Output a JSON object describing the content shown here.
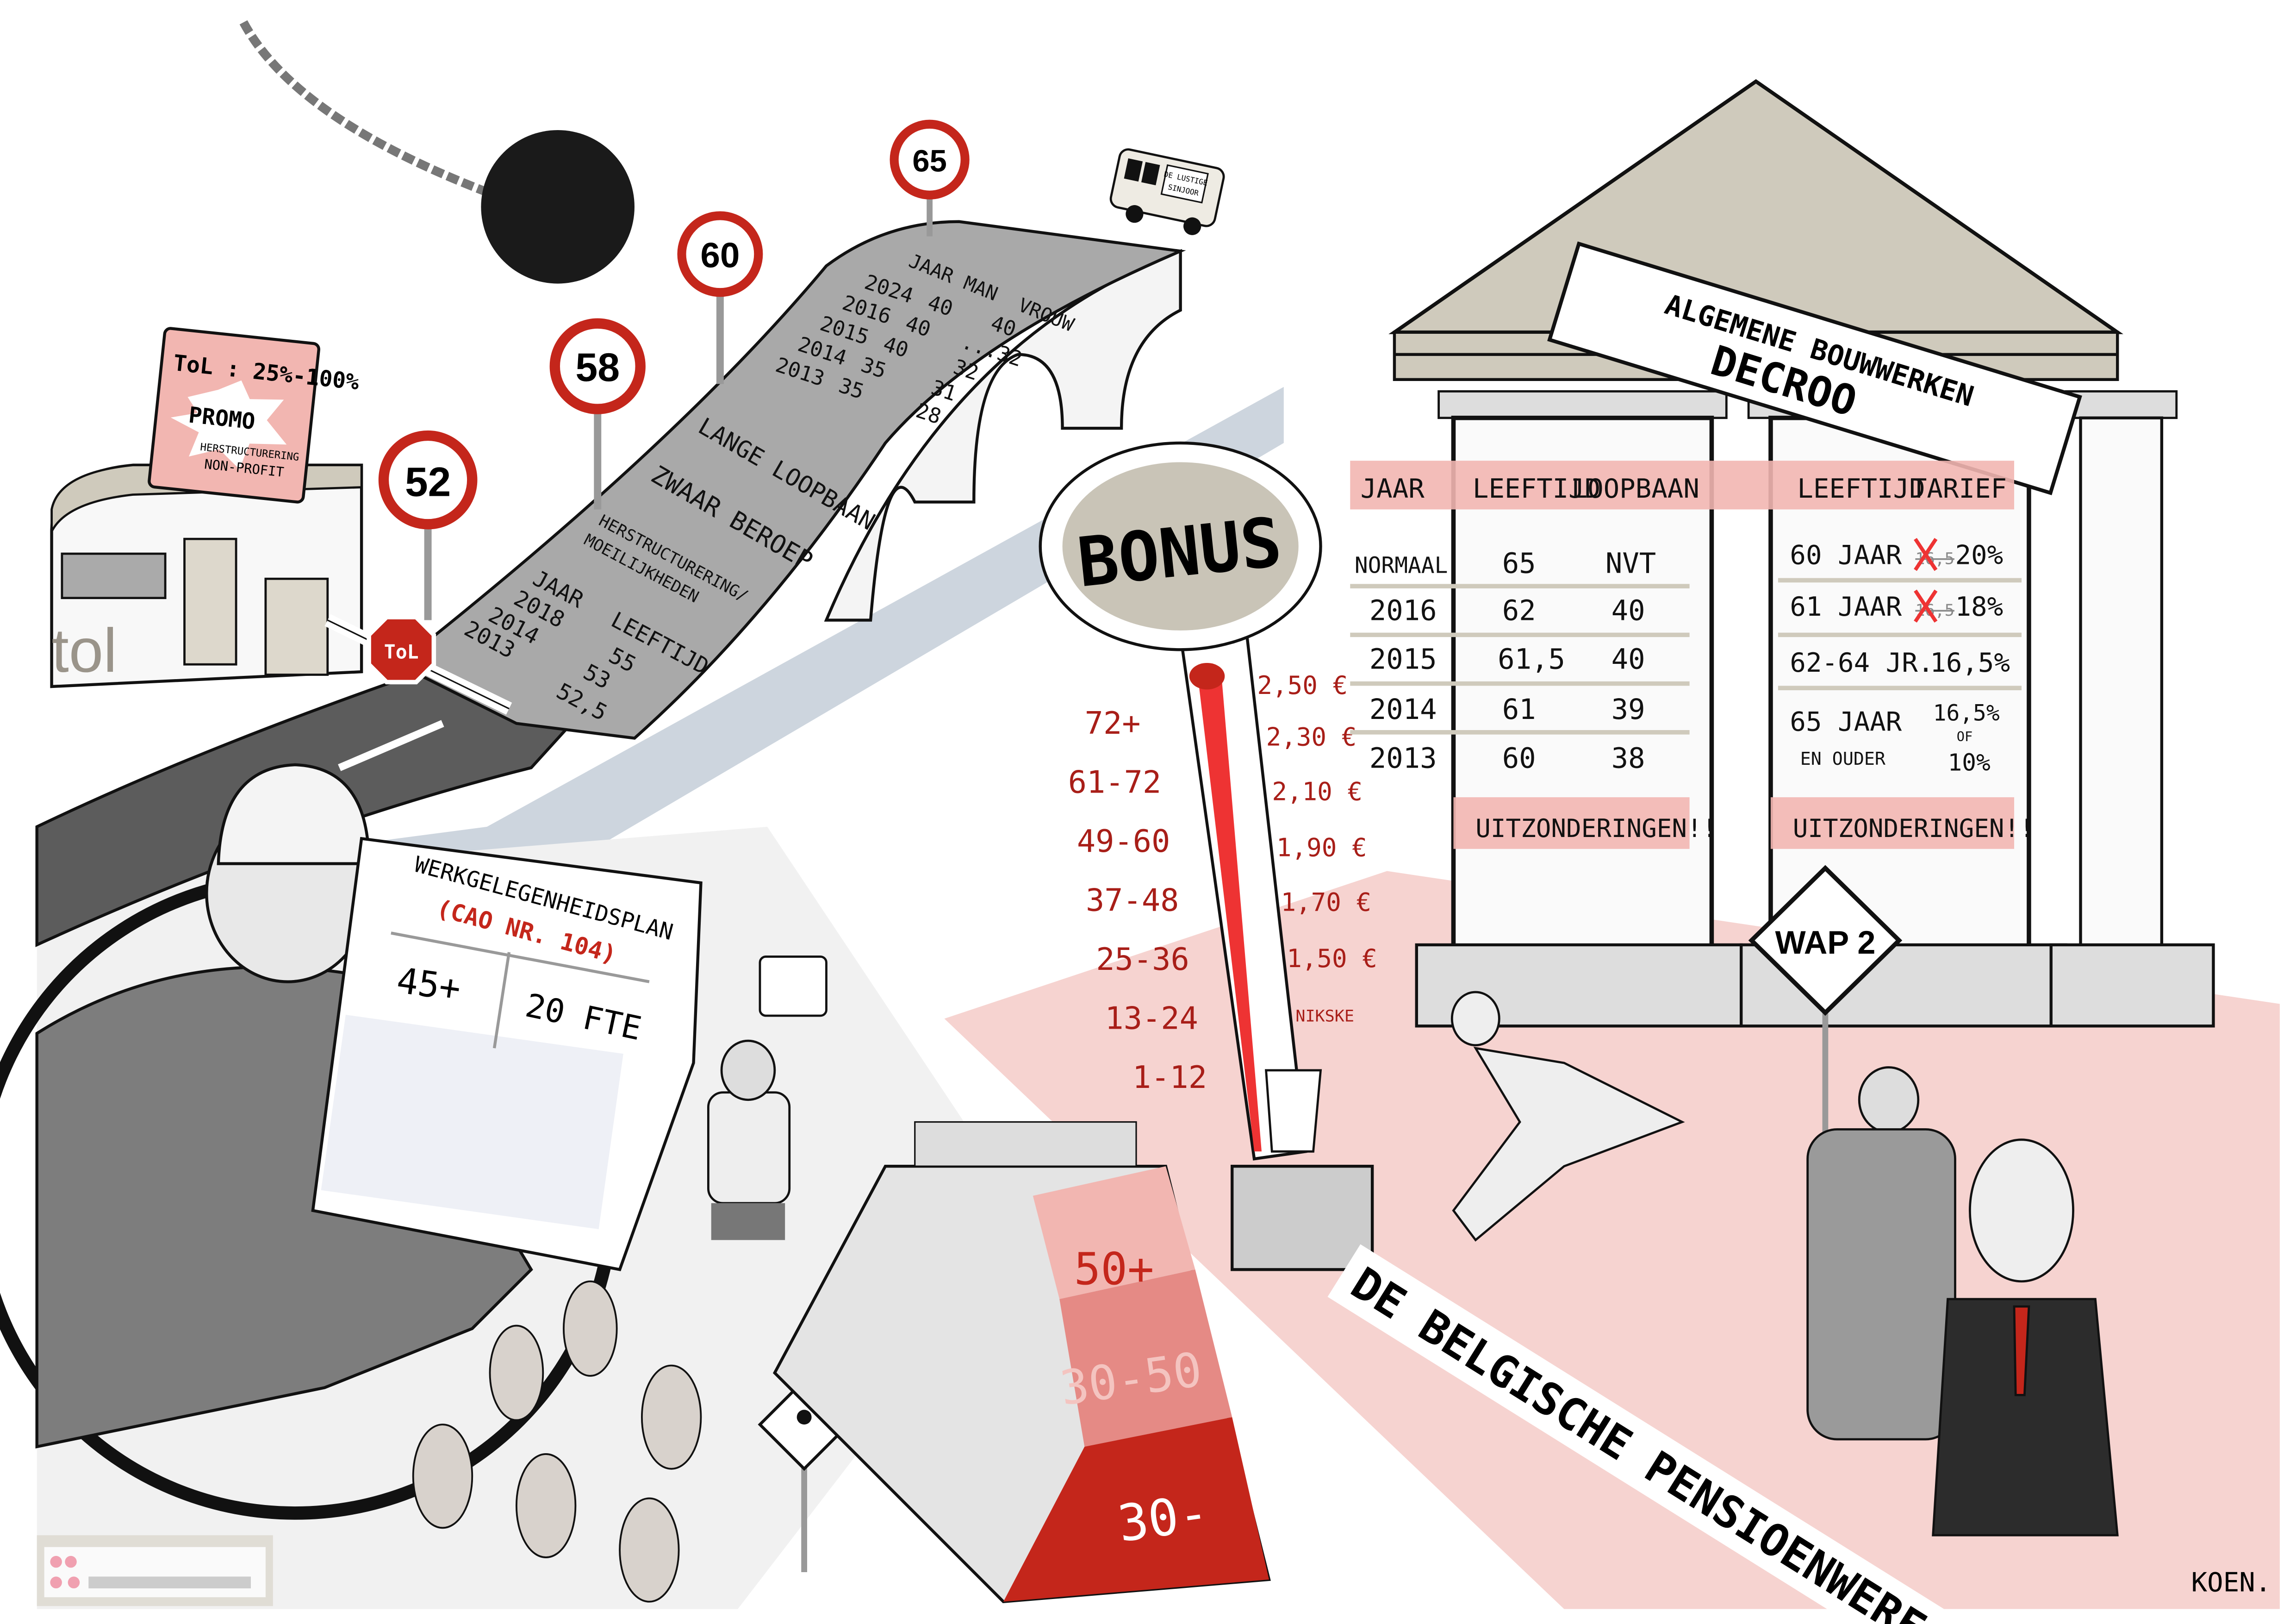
{
  "colors": {
    "accent_red": "#c4261b",
    "pink": "#f2b6b1",
    "road": "#5c5c5c",
    "paper_grey": "#a9a9a9",
    "stone": "#cfcabc",
    "sky_blue": "#cdd5de"
  },
  "speed_signs": [
    "52",
    "58",
    "60",
    "65"
  ],
  "toll_booth": {
    "booth_label": "tol",
    "sign_title": "ToL : 25%-100%",
    "promo": "PROMO",
    "promo_sub1": "HERSTRUCTURERING",
    "promo_sub2": "NON-PROFIT",
    "stop_sign": "ToL"
  },
  "van": {
    "line1": "DE LUSTIGE",
    "line2": "SINJOOR"
  },
  "bridge": {
    "header": [
      "JAAR",
      "MAN",
      "VROUW"
    ],
    "rows": [
      [
        "2024",
        "40",
        "40"
      ],
      [
        "2016",
        "40",
        "...32"
      ],
      [
        "2015",
        "40",
        "32"
      ],
      [
        "2014",
        "35",
        "31"
      ],
      [
        "2013",
        "35",
        "28"
      ]
    ],
    "long_career": "LANGE LOOPBAAN",
    "heavy_job": "ZWAAR BEROEP",
    "restructuring": "HERSTRUCTURERING/",
    "difficulties": "MOEILIJKHEDEN",
    "sub_header": [
      "JAAR",
      "LEEFTIJD"
    ],
    "sub_rows": [
      [
        "2018",
        "55"
      ],
      [
        "2014",
        "53"
      ],
      [
        "2013",
        "52,5"
      ]
    ]
  },
  "employment_plan": {
    "title": "WERKGELEGENHEIDSPLAN",
    "subtitle": "(CAO NR. 104)",
    "left": "45+",
    "right": "20 FTE"
  },
  "bonus": {
    "title": "BONUS",
    "left_labels": [
      "72+",
      "61-72",
      "49-60",
      "37-48",
      "25-36",
      "13-24",
      "1-12"
    ],
    "right_labels": [
      "2,50 €",
      "2,30 €",
      "2,10 €",
      "1,90 €",
      "1,70 €",
      "1,50 €",
      "NIKSKE"
    ],
    "level_fraction": 1.0
  },
  "pyramid": [
    "50+",
    "30-50",
    "30-"
  ],
  "temple": {
    "sign_line1": "ALGEMENE BOUWWERKEN",
    "sign_line2": "DECROO",
    "table1": {
      "header": [
        "JAAR",
        "LEEFTIJD",
        "LOOPBAAN"
      ],
      "rows": [
        [
          "NORMAAL",
          "65",
          "NVT"
        ],
        [
          "2016",
          "62",
          "40"
        ],
        [
          "2015",
          "61,5",
          "40"
        ],
        [
          "2014",
          "61",
          "39"
        ],
        [
          "2013",
          "60",
          "38"
        ]
      ],
      "footer": "UITZONDERINGEN!!"
    },
    "table2": {
      "header": [
        "LEEFTIJD",
        "TARIEF"
      ],
      "rows": [
        {
          "age": "60 JAAR",
          "old": "16,5",
          "rate": "20%"
        },
        {
          "age": "61 JAAR",
          "old": "16,5",
          "rate": "18%"
        },
        {
          "age": "62-64 JR.",
          "old": "",
          "rate": "16,5%"
        },
        {
          "age": "65 JAAR",
          "age_sub": "EN OUDER",
          "old": "",
          "rate": "16,5%",
          "rate_of": "OF",
          "rate_alt": "10%"
        }
      ],
      "footer": "UITZONDERINGEN!!"
    }
  },
  "wap_sign": "WAP 2",
  "banner": "DE BELGISCHE PENSIOENWERF",
  "signature": "KOEN."
}
